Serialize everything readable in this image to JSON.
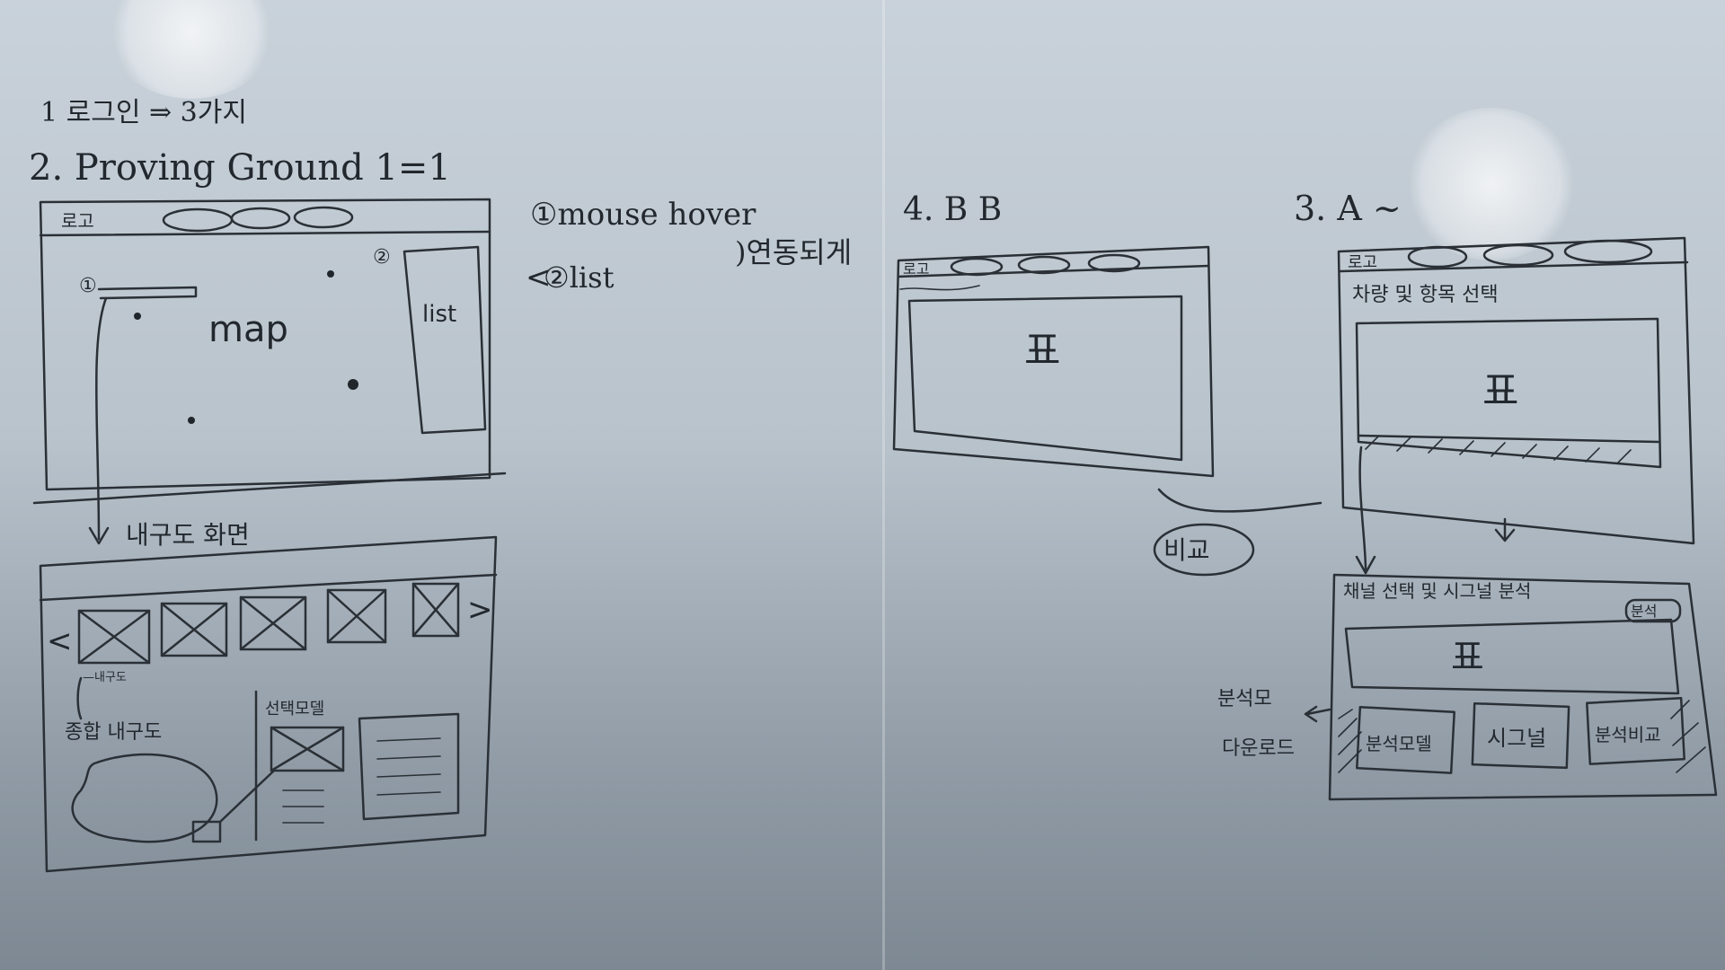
{
  "notes": {
    "line1": "1 로그인 ⇒ 3가지",
    "line2": "2. Proving Ground 1=1",
    "interaction": {
      "item1": "①mouse hover",
      "item2": "②list",
      "bracket": "<",
      "result": ")연동되게"
    },
    "section4": "4. B B",
    "section3": "3. A ~"
  },
  "sketch_proving_ground": {
    "logo": "로고",
    "marker1": "①",
    "marker2": "②",
    "map_label": "map",
    "list_label": "list"
  },
  "sketch_detail": {
    "title": "내구도 화면",
    "small_label": "—내구도",
    "left_label": "종합 내구도",
    "right_label": "선택모델",
    "arrow_left": "<",
    "arrow_right": ">"
  },
  "sketch_b": {
    "logo": "로고",
    "table_label": "표",
    "compare_label": "비교"
  },
  "sketch_a": {
    "logo": "로고",
    "select_label": "차량 및 항목 선택",
    "table_label": "표",
    "detail_title": "채널 선택 및 시그널 분석",
    "detail_button": "분석",
    "detail_table": "표",
    "button1": "분석모델",
    "button2": "시그널",
    "button3": "분석비교",
    "side_note_1": "분석모",
    "side_note_2": "다운로드"
  }
}
